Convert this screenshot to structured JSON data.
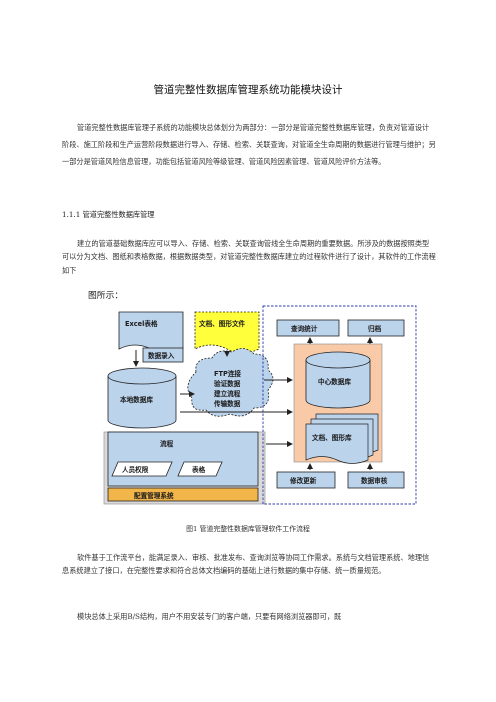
{
  "doc": {
    "title": "管道完整性数据库管理系统功能模块设计",
    "para1": "管道完整性数据库管理子系统的功能模块总体划分为两部分：一部分是管道完整性数据库管理，负责对管道设计阶段、施工阶段和生产运营阶段数据进行导入、存储、检索、关联查询，对管道全生命周期的数据进行管理与维护；另一部分是管道风险信息管理，功能包括管道风险等级管理、管道风险因素管理、管道风险评价方法等。",
    "heading": "1.1.1 管道完整性数据库管理",
    "para2": "建立的管道基础数据库应可以导入、存储、检索、关联查询管线全生命周期的重要数据。所涉及的数据按照类型可以分为文档、图纸和表格数据，根据数据类型，对管道完整性数据库建立的过程软件进行了设计，其软件的工作流程如下",
    "shisuo": "图所示：",
    "caption": "图1  管道完整性数据库管理软件工作流程",
    "para3": "软件基于工作流平台，能满足录入、审核、批准发布、查询浏览等协同工作需求。系统与文档管理系统、地理信息系统建立了接口，在完整性要求和符合总体文档编码的基础上进行数据的集中存储、统一质量规范。",
    "para4": "模块总体上采用B/S结构，用户不用安装专门的客户端，只要有网络浏览器即可，既"
  },
  "diagram": {
    "excel": "Excel表格",
    "docs": "文档、图形文件",
    "entry": "数据录入",
    "local_db": "本地数据库",
    "cloud": [
      "FTP连接",
      "验证数据",
      "建立流程",
      "传输数据"
    ],
    "query": "查询统计",
    "archive": "归档",
    "central_db": "中心数据库",
    "docs2": "文档、图形库",
    "modify": "修改更新",
    "review": "数据审核",
    "flow": "流程",
    "perm": "人员权限",
    "table": "表格",
    "config": "配置管理系统"
  },
  "colors": {
    "blue": "#bcd3ec",
    "yellow": "#ffff3c",
    "peach": "#f8caa8",
    "orange": "#f2b54a",
    "gray": "#dadada"
  }
}
